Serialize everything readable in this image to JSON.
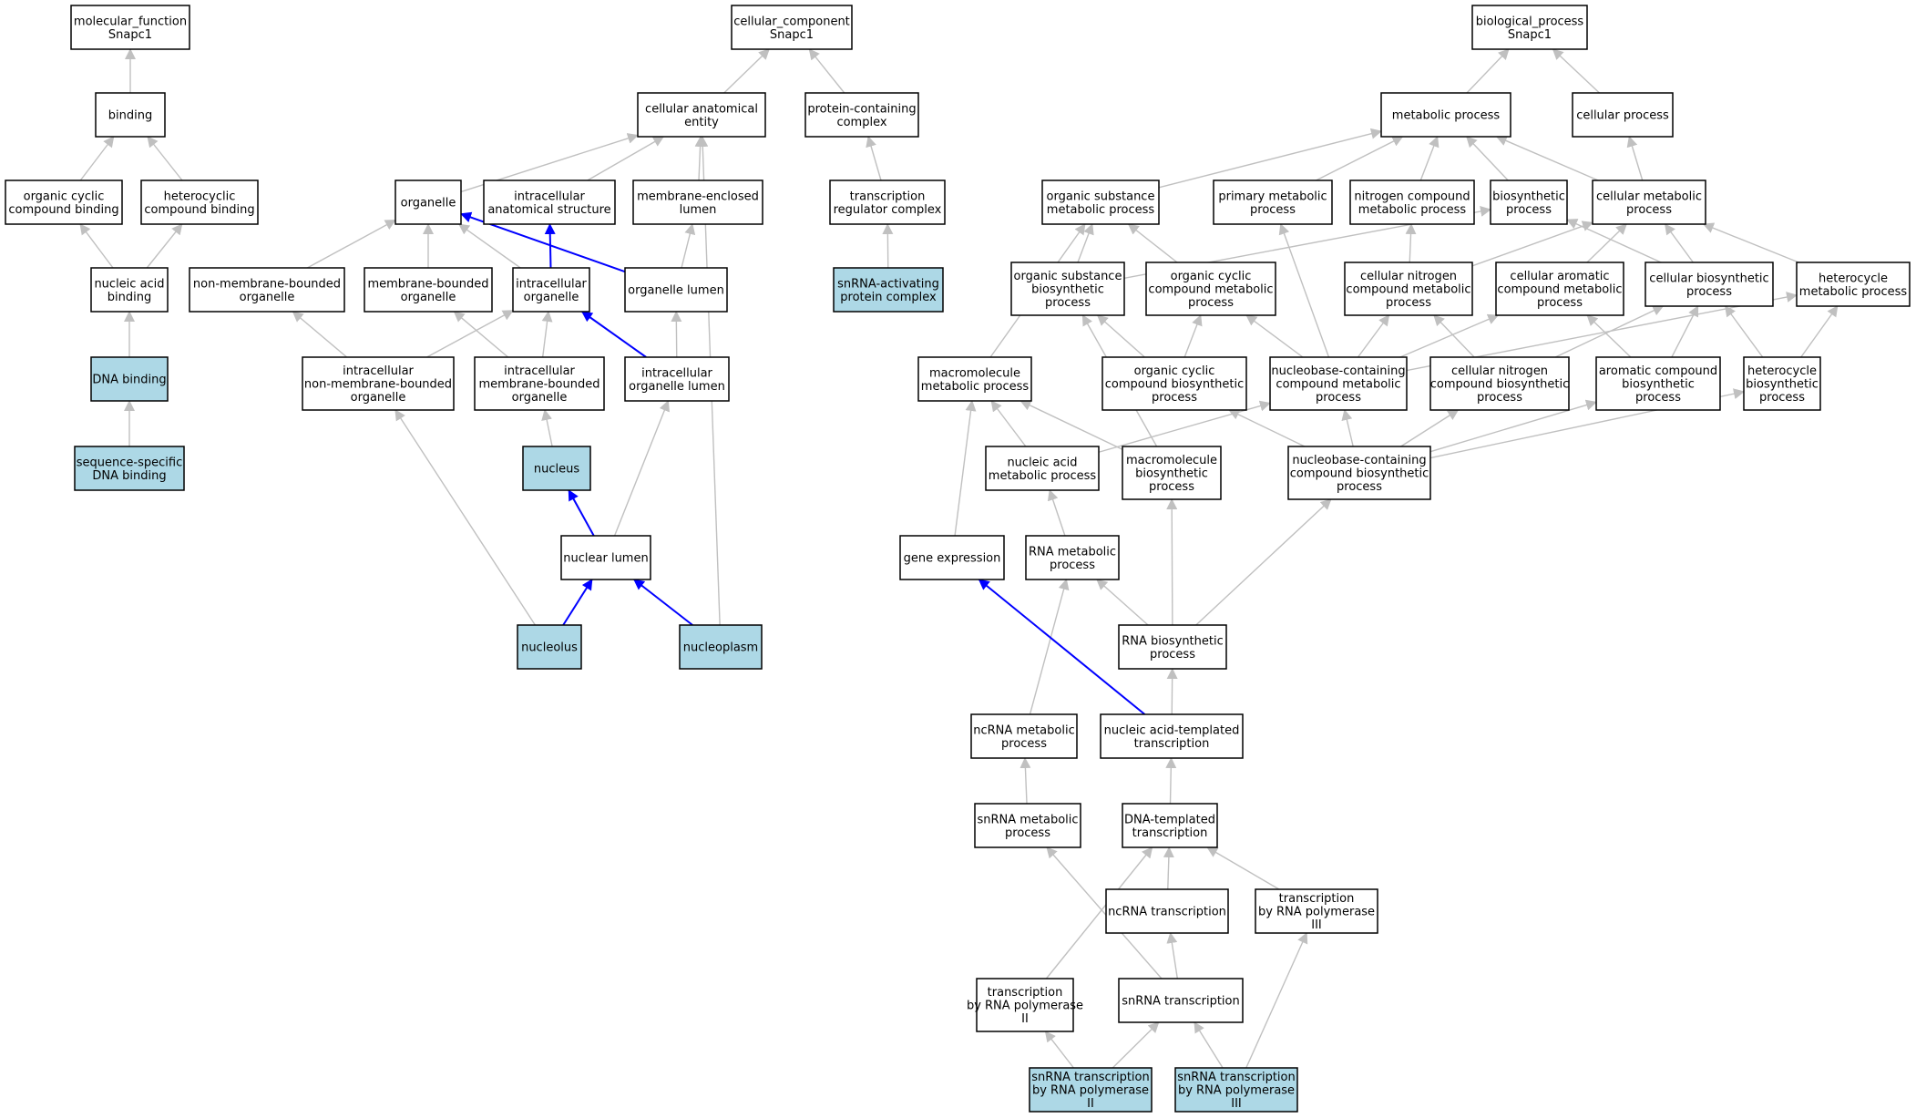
{
  "colors": {
    "highlight_fill": "#add8e6",
    "default_fill": "#ffffff",
    "edge_gray": "#c0c0c0",
    "edge_blue": "#0000ff",
    "border": "#000000"
  },
  "nodes": {
    "mf_root": {
      "lines": [
        "molecular_function",
        "Snapc1"
      ]
    },
    "binding": {
      "lines": [
        "binding"
      ]
    },
    "org_cyc_binding": {
      "lines": [
        "organic cyclic",
        "compound binding"
      ]
    },
    "het_binding": {
      "lines": [
        "heterocyclic",
        "compound binding"
      ]
    },
    "na_binding": {
      "lines": [
        "nucleic acid",
        "binding"
      ]
    },
    "dna_binding": {
      "lines": [
        "DNA binding"
      ],
      "highlight": true
    },
    "seq_dna_binding": {
      "lines": [
        "sequence-specific",
        "DNA binding"
      ],
      "highlight": true
    },
    "cc_root": {
      "lines": [
        "cellular_component",
        "Snapc1"
      ]
    },
    "cae": {
      "lines": [
        "cellular anatomical",
        "entity"
      ]
    },
    "pcc": {
      "lines": [
        "protein-containing",
        "complex"
      ]
    },
    "organelle": {
      "lines": [
        "organelle"
      ]
    },
    "ias": {
      "lines": [
        "intracellular",
        "anatomical structure"
      ]
    },
    "mel": {
      "lines": [
        "membrane-enclosed",
        "lumen"
      ]
    },
    "trc": {
      "lines": [
        "transcription",
        "regulator complex"
      ]
    },
    "nmbo": {
      "lines": [
        "non-membrane-bounded",
        "organelle"
      ]
    },
    "mbo": {
      "lines": [
        "membrane-bounded",
        "organelle"
      ]
    },
    "io": {
      "lines": [
        "intracellular",
        "organelle"
      ]
    },
    "ol": {
      "lines": [
        "organelle lumen"
      ]
    },
    "snapc": {
      "lines": [
        "snRNA-activating",
        "protein complex"
      ],
      "highlight": true
    },
    "inmbo": {
      "lines": [
        "intracellular",
        "non-membrane-bounded",
        "organelle"
      ]
    },
    "imbo": {
      "lines": [
        "intracellular",
        "membrane-bounded",
        "organelle"
      ]
    },
    "iol": {
      "lines": [
        "intracellular",
        "organelle lumen"
      ]
    },
    "nucleus": {
      "lines": [
        "nucleus"
      ],
      "highlight": true
    },
    "nuc_lumen": {
      "lines": [
        "nuclear lumen"
      ]
    },
    "nucleolus": {
      "lines": [
        "nucleolus"
      ],
      "highlight": true
    },
    "nucleoplasm": {
      "lines": [
        "nucleoplasm"
      ],
      "highlight": true
    },
    "bp_root": {
      "lines": [
        "biological_process",
        "Snapc1"
      ]
    },
    "metab": {
      "lines": [
        "metabolic process"
      ]
    },
    "cellproc": {
      "lines": [
        "cellular process"
      ]
    },
    "osmp": {
      "lines": [
        "organic substance",
        "metabolic process"
      ]
    },
    "pmp": {
      "lines": [
        "primary metabolic",
        "process"
      ]
    },
    "ncmp": {
      "lines": [
        "nitrogen compound",
        "metabolic process"
      ]
    },
    "biosyn": {
      "lines": [
        "biosynthetic",
        "process"
      ]
    },
    "cmp": {
      "lines": [
        "cellular metabolic",
        "process"
      ]
    },
    "osbp": {
      "lines": [
        "organic substance",
        "biosynthetic",
        "process"
      ]
    },
    "occmp": {
      "lines": [
        "organic cyclic",
        "compound metabolic",
        "process"
      ]
    },
    "cncmp": {
      "lines": [
        "cellular nitrogen",
        "compound metabolic",
        "process"
      ]
    },
    "cacmp": {
      "lines": [
        "cellular aromatic",
        "compound metabolic",
        "process"
      ]
    },
    "cbp": {
      "lines": [
        "cellular biosynthetic",
        "process"
      ]
    },
    "hmp": {
      "lines": [
        "heterocycle",
        "metabolic process"
      ]
    },
    "mmp": {
      "lines": [
        "macromolecule",
        "metabolic process"
      ]
    },
    "occbp": {
      "lines": [
        "organic cyclic",
        "compound biosynthetic",
        "process"
      ]
    },
    "nbccmp": {
      "lines": [
        "nucleobase-containing",
        "compound metabolic",
        "process"
      ]
    },
    "cncbp": {
      "lines": [
        "cellular nitrogen",
        "compound biosynthetic",
        "process"
      ]
    },
    "acbp": {
      "lines": [
        "aromatic compound",
        "biosynthetic",
        "process"
      ]
    },
    "hbp": {
      "lines": [
        "heterocycle",
        "biosynthetic",
        "process"
      ]
    },
    "namp": {
      "lines": [
        "nucleic acid",
        "metabolic process"
      ]
    },
    "mbp": {
      "lines": [
        "macromolecule",
        "biosynthetic",
        "process"
      ]
    },
    "nbccbp": {
      "lines": [
        "nucleobase-containing",
        "compound biosynthetic",
        "process"
      ]
    },
    "gexp": {
      "lines": [
        "gene expression"
      ]
    },
    "rnamp": {
      "lines": [
        "RNA metabolic",
        "process"
      ]
    },
    "rnabp": {
      "lines": [
        "RNA biosynthetic",
        "process"
      ]
    },
    "ncrnamp": {
      "lines": [
        "ncRNA metabolic",
        "process"
      ]
    },
    "natt": {
      "lines": [
        "nucleic acid-templated",
        "transcription"
      ]
    },
    "snrnamp": {
      "lines": [
        "snRNA metabolic",
        "process"
      ]
    },
    "dtt": {
      "lines": [
        "DNA-templated",
        "transcription"
      ]
    },
    "ncrnat": {
      "lines": [
        "ncRNA transcription"
      ]
    },
    "trp3": {
      "lines": [
        "transcription",
        "by RNA polymerase",
        "III"
      ]
    },
    "trp2": {
      "lines": [
        "transcription",
        "by RNA polymerase",
        "II"
      ]
    },
    "snrnat": {
      "lines": [
        "snRNA transcription"
      ]
    },
    "snt2": {
      "lines": [
        "snRNA transcription",
        "by RNA polymerase",
        "II"
      ],
      "highlight": true
    },
    "snt3": {
      "lines": [
        "snRNA transcription",
        "by RNA polymerase",
        "III"
      ],
      "highlight": true
    }
  },
  "edges": [
    [
      "binding",
      "mf_root"
    ],
    [
      "org_cyc_binding",
      "binding"
    ],
    [
      "het_binding",
      "binding"
    ],
    [
      "na_binding",
      "org_cyc_binding"
    ],
    [
      "na_binding",
      "het_binding"
    ],
    [
      "dna_binding",
      "na_binding"
    ],
    [
      "seq_dna_binding",
      "dna_binding"
    ],
    [
      "cae",
      "cc_root"
    ],
    [
      "pcc",
      "cc_root"
    ],
    [
      "organelle",
      "cae"
    ],
    [
      "ias",
      "cae"
    ],
    [
      "mel",
      "cae"
    ],
    [
      "nucleoplasm",
      "cae"
    ],
    [
      "trc",
      "pcc"
    ],
    [
      "snapc",
      "trc"
    ],
    [
      "nmbo",
      "organelle"
    ],
    [
      "mbo",
      "organelle"
    ],
    [
      "io",
      "organelle"
    ],
    [
      "io",
      "ias",
      "blue"
    ],
    [
      "ol",
      "organelle",
      "blue"
    ],
    [
      "ol",
      "mel"
    ],
    [
      "inmbo",
      "nmbo"
    ],
    [
      "inmbo",
      "io"
    ],
    [
      "imbo",
      "mbo"
    ],
    [
      "imbo",
      "io"
    ],
    [
      "iol",
      "ol"
    ],
    [
      "iol",
      "io",
      "blue"
    ],
    [
      "nucleus",
      "imbo"
    ],
    [
      "nuc_lumen",
      "nucleus",
      "blue"
    ],
    [
      "nuc_lumen",
      "iol"
    ],
    [
      "nucleolus",
      "nuc_lumen",
      "blue"
    ],
    [
      "nucleolus",
      "inmbo"
    ],
    [
      "nucleoplasm",
      "nuc_lumen",
      "blue"
    ],
    [
      "metab",
      "bp_root"
    ],
    [
      "cellproc",
      "bp_root"
    ],
    [
      "osmp",
      "metab"
    ],
    [
      "pmp",
      "metab"
    ],
    [
      "ncmp",
      "metab"
    ],
    [
      "biosyn",
      "metab"
    ],
    [
      "cmp",
      "metab"
    ],
    [
      "cmp",
      "cellproc"
    ],
    [
      "osbp",
      "osmp"
    ],
    [
      "osbp",
      "biosyn"
    ],
    [
      "occmp",
      "osmp"
    ],
    [
      "cncmp",
      "ncmp"
    ],
    [
      "cncmp",
      "cmp"
    ],
    [
      "cacmp",
      "cmp"
    ],
    [
      "cbp",
      "biosyn"
    ],
    [
      "cbp",
      "cmp"
    ],
    [
      "hmp",
      "cmp"
    ],
    [
      "mmp",
      "osmp"
    ],
    [
      "occbp",
      "osbp"
    ],
    [
      "occbp",
      "occmp"
    ],
    [
      "nbccmp",
      "pmp"
    ],
    [
      "nbccmp",
      "occmp"
    ],
    [
      "nbccmp",
      "cncmp"
    ],
    [
      "nbccmp",
      "cacmp"
    ],
    [
      "nbccmp",
      "hmp"
    ],
    [
      "cncbp",
      "cncmp"
    ],
    [
      "cncbp",
      "cbp"
    ],
    [
      "acbp",
      "cacmp"
    ],
    [
      "acbp",
      "cbp"
    ],
    [
      "hbp",
      "cbp"
    ],
    [
      "hbp",
      "hmp"
    ],
    [
      "namp",
      "mmp"
    ],
    [
      "namp",
      "nbccmp"
    ],
    [
      "mbp",
      "osbp"
    ],
    [
      "mbp",
      "mmp"
    ],
    [
      "nbccbp",
      "occbp"
    ],
    [
      "nbccbp",
      "nbccmp"
    ],
    [
      "nbccbp",
      "cncbp"
    ],
    [
      "nbccbp",
      "acbp"
    ],
    [
      "nbccbp",
      "hbp"
    ],
    [
      "gexp",
      "mmp"
    ],
    [
      "rnamp",
      "namp"
    ],
    [
      "rnabp",
      "rnamp"
    ],
    [
      "rnabp",
      "mbp"
    ],
    [
      "rnabp",
      "nbccbp"
    ],
    [
      "ncrnamp",
      "rnamp"
    ],
    [
      "natt",
      "rnabp"
    ],
    [
      "natt",
      "gexp",
      "blue"
    ],
    [
      "snrnamp",
      "ncrnamp"
    ],
    [
      "dtt",
      "natt"
    ],
    [
      "ncrnat",
      "dtt"
    ],
    [
      "trp3",
      "dtt"
    ],
    [
      "trp2",
      "dtt"
    ],
    [
      "snrnat",
      "ncrnat"
    ],
    [
      "snrnat",
      "snrnamp"
    ],
    [
      "snt2",
      "trp2"
    ],
    [
      "snt2",
      "snrnat"
    ],
    [
      "snt3",
      "snrnat"
    ],
    [
      "snt3",
      "trp3"
    ]
  ]
}
